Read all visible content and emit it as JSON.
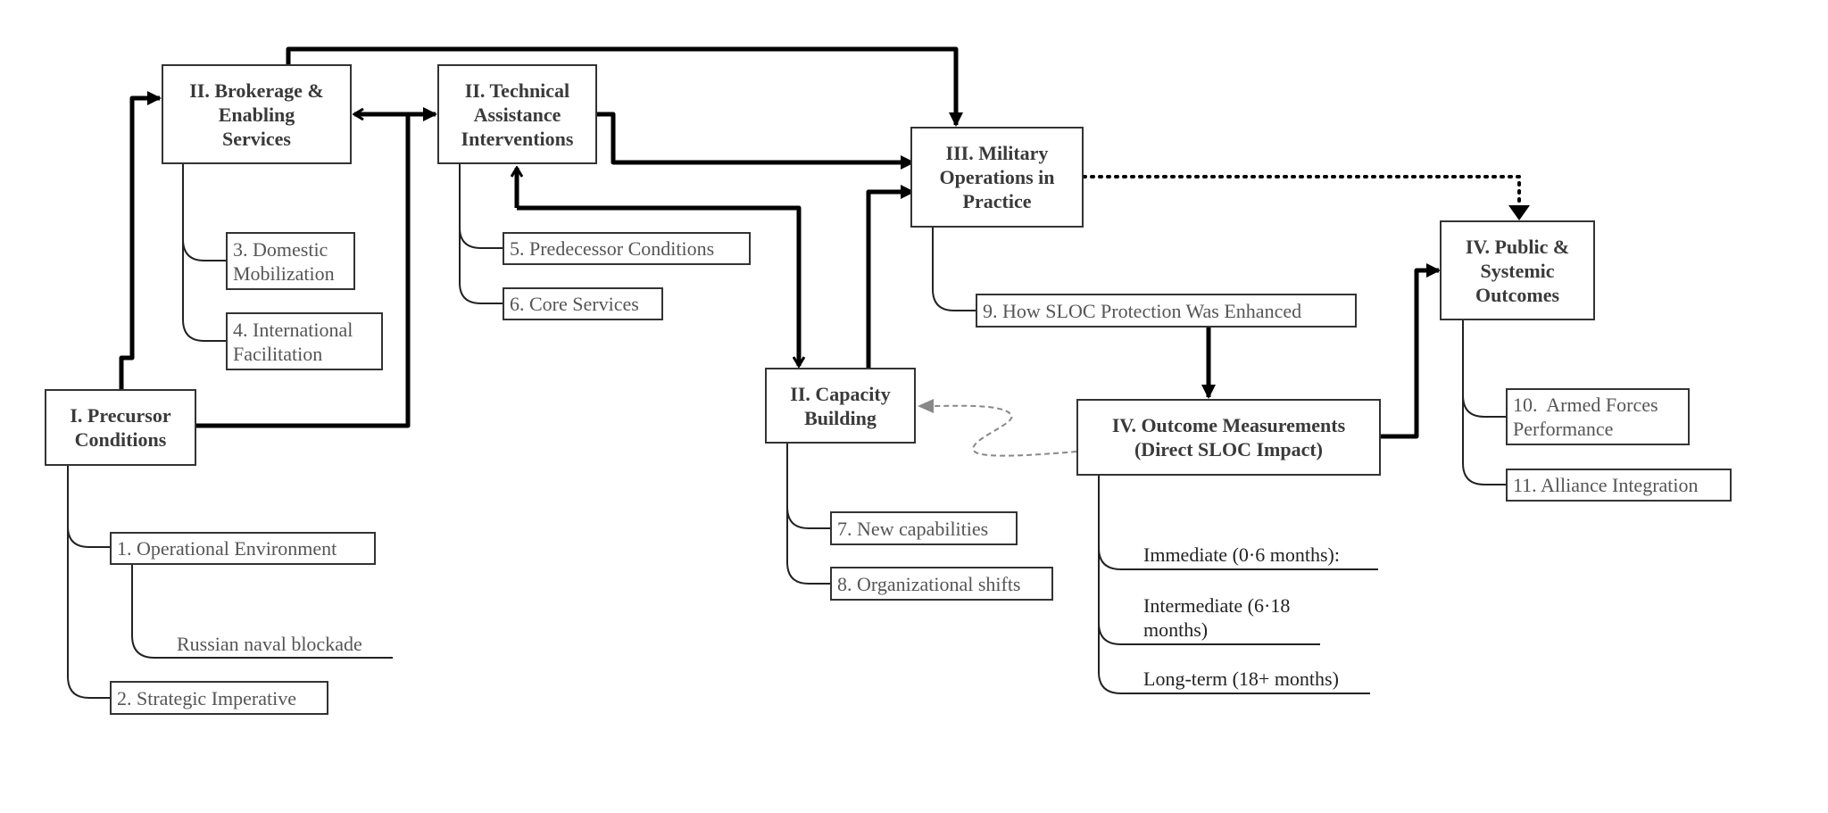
{
  "diagram": {
    "main_nodes": {
      "precursor": [
        "I. Precursor",
        "Conditions"
      ],
      "brokerage": [
        "II. Brokerage &",
        "Enabling",
        "Services"
      ],
      "technical": [
        "II. Technical",
        "Assistance",
        "Interventions"
      ],
      "capacity": [
        "II. Capacity",
        "Building"
      ],
      "military": [
        "III. Military",
        "Operations in",
        "Practice"
      ],
      "outcome": [
        "IV. Outcome Measurements",
        "(Direct SLOC Impact)"
      ],
      "public": [
        "IV. Public &",
        "Systemic",
        "Outcomes"
      ]
    },
    "sub_nodes": {
      "op_env": "1. Operational Environment",
      "russian": "Russian naval blockade",
      "strategic": "2. Strategic Imperative",
      "domestic": [
        "3. Domestic",
        "Mobilization"
      ],
      "international": [
        "4. International",
        "Facilitation"
      ],
      "predecessor": "5. Predecessor Conditions",
      "core": "6. Core Services",
      "new_cap": "7. New capabilities",
      "org_shifts": "8. Organizational shifts",
      "sloc": "9. How SLOC Protection Was Enhanced",
      "armed": [
        "10.  Armed Forces",
        "Performance"
      ],
      "alliance": "11. Alliance Integration"
    },
    "timeframes": {
      "immediate": "Immediate (0·6 months):",
      "intermediate": [
        "Intermediate (6·18",
        "months)"
      ],
      "longterm": "Long-term (18+ months)"
    },
    "colors": {
      "line": "#000000",
      "box_border": "#333333",
      "feedback_dashed": "#888888"
    }
  }
}
